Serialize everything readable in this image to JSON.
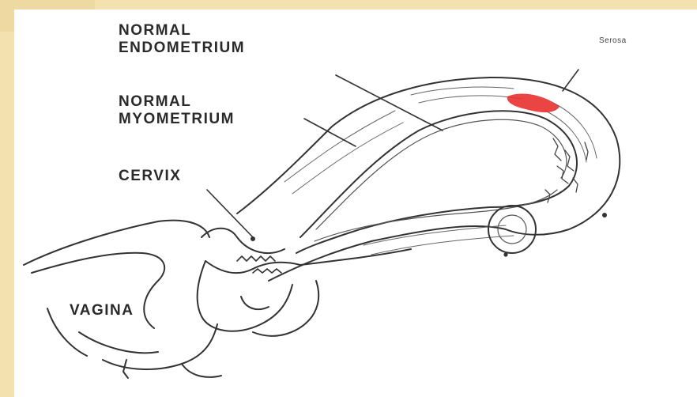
{
  "labels": {
    "endometrium_line1": "NORMAL",
    "endometrium_line2": "ENDOMETRIUM",
    "myometrium_line1": "NORMAL",
    "myometrium_line2": "MYOMETRIUM",
    "cervix": "CERVIX",
    "vagina": "VAGINA",
    "serosa": "Serosa"
  },
  "colors": {
    "background": "#f3e2b0",
    "panel": "#ffffff",
    "outline": "#333333",
    "highlight": "#e8312f"
  }
}
